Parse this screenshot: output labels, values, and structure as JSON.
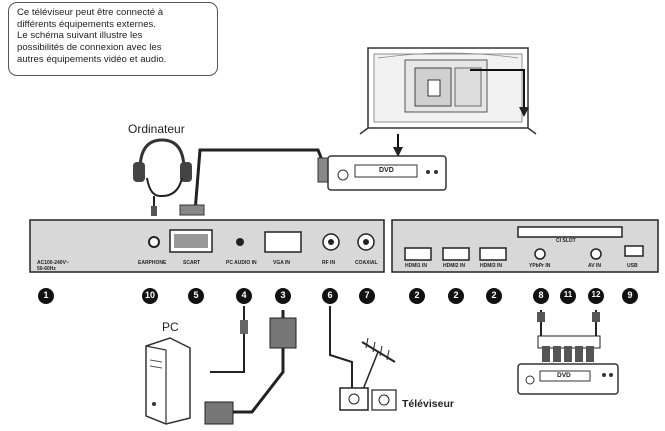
{
  "note": {
    "lines": [
      "Ce téléviseur peut être connecté à",
      "différents équipements externes.",
      "Le schéma suivant illustre les",
      "possibilités de connexion avec les",
      "autres équipements vidéo et audio."
    ]
  },
  "labels": {
    "ordinateur": "Ordinateur",
    "pc": "PC",
    "televiseur": "Téléviseur",
    "dvd": "DVD"
  },
  "left_panel": {
    "power_text_1": "AC100-240V~",
    "power_text_2": "50-60Hz",
    "ports": [
      {
        "label": "EARPHONE",
        "number": "10"
      },
      {
        "label": "SCART",
        "number": "5"
      },
      {
        "label": "PC AUDIO IN",
        "number": "4"
      },
      {
        "label": "VGA IN",
        "number": "3"
      },
      {
        "label": "RF IN",
        "number": "6"
      },
      {
        "label": "COAXIAL",
        "number": "7"
      }
    ],
    "power_number": "1"
  },
  "right_panel": {
    "ci_slot": "CI SLOT",
    "ports": [
      {
        "label": "HDMI1 IN",
        "number": "2"
      },
      {
        "label": "HDMI2 IN",
        "number": "2"
      },
      {
        "label": "HDMI3 IN",
        "number": "2"
      },
      {
        "label": "YPbPr IN",
        "number": "8"
      },
      {
        "label": "",
        "number": "11"
      },
      {
        "label": "AV IN",
        "number": "12"
      },
      {
        "label": "USB",
        "number": "9"
      }
    ]
  }
}
